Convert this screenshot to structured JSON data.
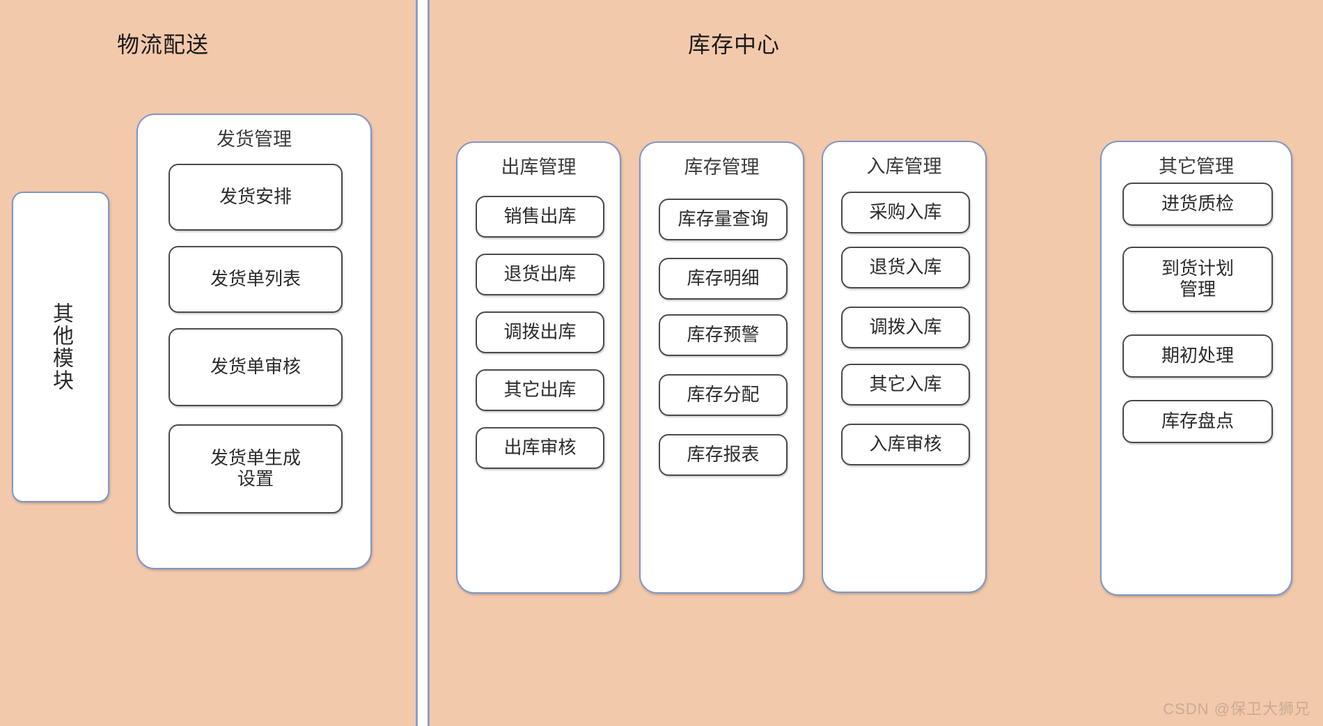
{
  "background_color": "#f3c9ab",
  "panel_border_color": "#8196c4",
  "chip_border_color": "#4a4a4a",
  "zones": {
    "logistics": {
      "title": "物流配送",
      "other_modules": {
        "label": "其他模块"
      },
      "shipping": {
        "title": "发货管理",
        "items": [
          "发货安排",
          "发货单列表",
          "发货单审核",
          "发货单生成\n设置"
        ]
      }
    },
    "inventory": {
      "title": "库存中心",
      "columns": [
        {
          "title": "出库管理",
          "items": [
            "销售出库",
            "退货出库",
            "调拨出库",
            "其它出库",
            "出库审核"
          ]
        },
        {
          "title": "库存管理",
          "items": [
            "库存量查询",
            "库存明细",
            "库存预警",
            "库存分配",
            "库存报表"
          ]
        },
        {
          "title": "入库管理",
          "items": [
            "采购入库",
            "退货入库",
            "调拨入库",
            "其它入库",
            "入库审核"
          ]
        },
        {
          "title": "其它管理",
          "items": [
            "进货质检",
            "到货计划\n管理",
            "期初处理",
            "库存盘点"
          ]
        }
      ]
    }
  },
  "watermark": "CSDN @保卫大狮兄"
}
